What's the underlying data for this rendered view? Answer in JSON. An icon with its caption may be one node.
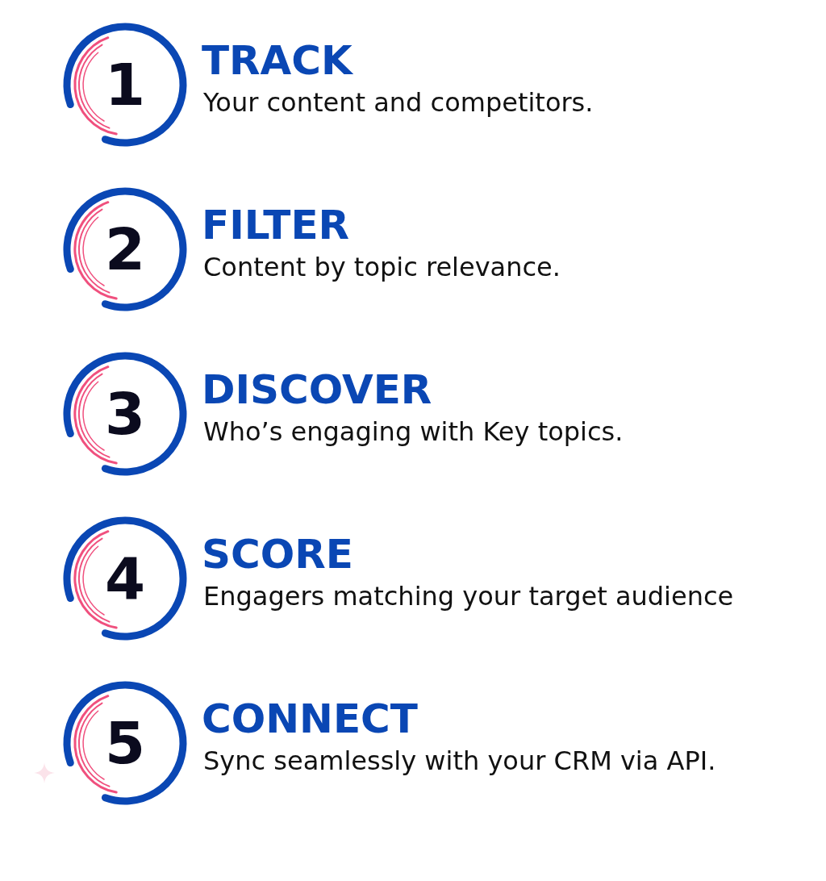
{
  "diagram": {
    "nodes": [
      {
        "text": [
          "1"
        ],
        "beside": [
          "TRACK",
          "Your content and competitors."
        ]
      },
      {
        "text": [
          "2"
        ],
        "beside": [
          "FILTER",
          "Content by topic relevance."
        ]
      },
      {
        "text": [
          "3"
        ],
        "beside": [
          "DISCOVER",
          "Who’s engaging with Key topics."
        ]
      },
      {
        "text": [
          "4"
        ],
        "beside": [
          "SCORE",
          "Engagers matching your target audience"
        ]
      },
      {
        "text": [
          "5"
        ],
        "beside": [
          "CONNECT",
          "Sync seamlessly with your CRM via API."
        ]
      }
    ],
    "edges": []
  }
}
